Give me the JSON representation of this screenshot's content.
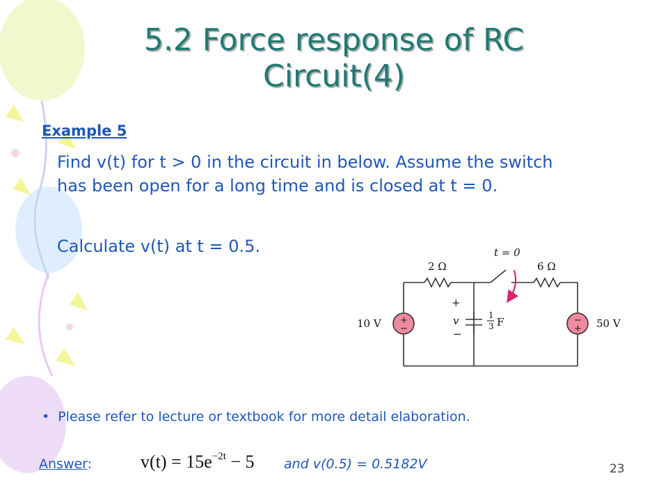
{
  "slide": {
    "title_line1": "5.2 Force response of RC",
    "title_line2": "Circuit(4)",
    "example_label": "Example 5",
    "problem_text": "Find v(t) for t > 0 in the circuit in below. Assume the switch has been open for a long time and is closed at t = 0.",
    "calc_text": "Calculate v(t) at t = 0.5.",
    "bullet_text": "Please refer to lecture or textbook for more detail elaboration.",
    "answer_label": "Answer",
    "answer_colon": ":",
    "answer_tail": "and  v(0.5) = 0.5182V",
    "slide_number": "23"
  },
  "formula": {
    "lhs": "v(t) = 15e",
    "exponent": "−2t",
    "rhs": " − 5"
  },
  "circuit": {
    "r1_label": "2 Ω",
    "r2_label": "6 Ω",
    "switch_label": "t = 0",
    "source1_label": "10 V",
    "source2_label": "50 V",
    "cap_num": "1",
    "cap_den": "3",
    "cap_unit": "F",
    "v_label": "v",
    "plus": "+",
    "minus": "−"
  },
  "colors": {
    "title": "#1f7a74",
    "text": "#1f56b8",
    "wire": "#333333",
    "source_fill": "#f08aa0",
    "arrow": "#d6266e"
  }
}
